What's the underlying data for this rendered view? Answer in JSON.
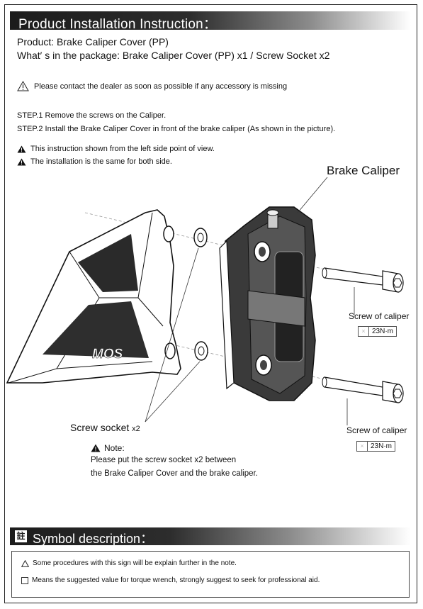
{
  "header": {
    "title": "Product Installation Instruction："
  },
  "product_line": "Product: Brake Caliper Cover (PP)",
  "package_line": "What′ s in the package: Brake Caliper Cover (PP) x1 / Screw Socket x2",
  "warning": "Please contact the dealer as soon as possible if any accessory is missing",
  "steps": [
    "STEP.1 Remove the screws on the Caliper.",
    "STEP.2 Install the Brake Caliper Cover in front of the brake caliper (As shown in the picture)."
  ],
  "notes": [
    "This instruction shown from the left side point of view.",
    "The installation is the same for both side."
  ],
  "diagram": {
    "caliper_label": "Brake Caliper",
    "logo_text": "MOS",
    "screw_top_label": "Screw of caliper",
    "screw_top_torque": "23N·m",
    "screw_bottom_label": "Screw of caliper",
    "screw_bottom_torque": "23N·m",
    "socket_label": "Screw socket",
    "socket_qty": "x2"
  },
  "note": {
    "title": "Note:",
    "line1": "Please put the screw socket x2 between",
    "line2": "the Brake Caliper Cover and the brake caliper."
  },
  "symbols": {
    "title": "Symbol description：",
    "icon_char": "註",
    "item1": "Some procedures with this sign will be explain further in the note.",
    "item2": "Means the suggested value for torque wrench, strongly suggest to seek for professional aid."
  }
}
